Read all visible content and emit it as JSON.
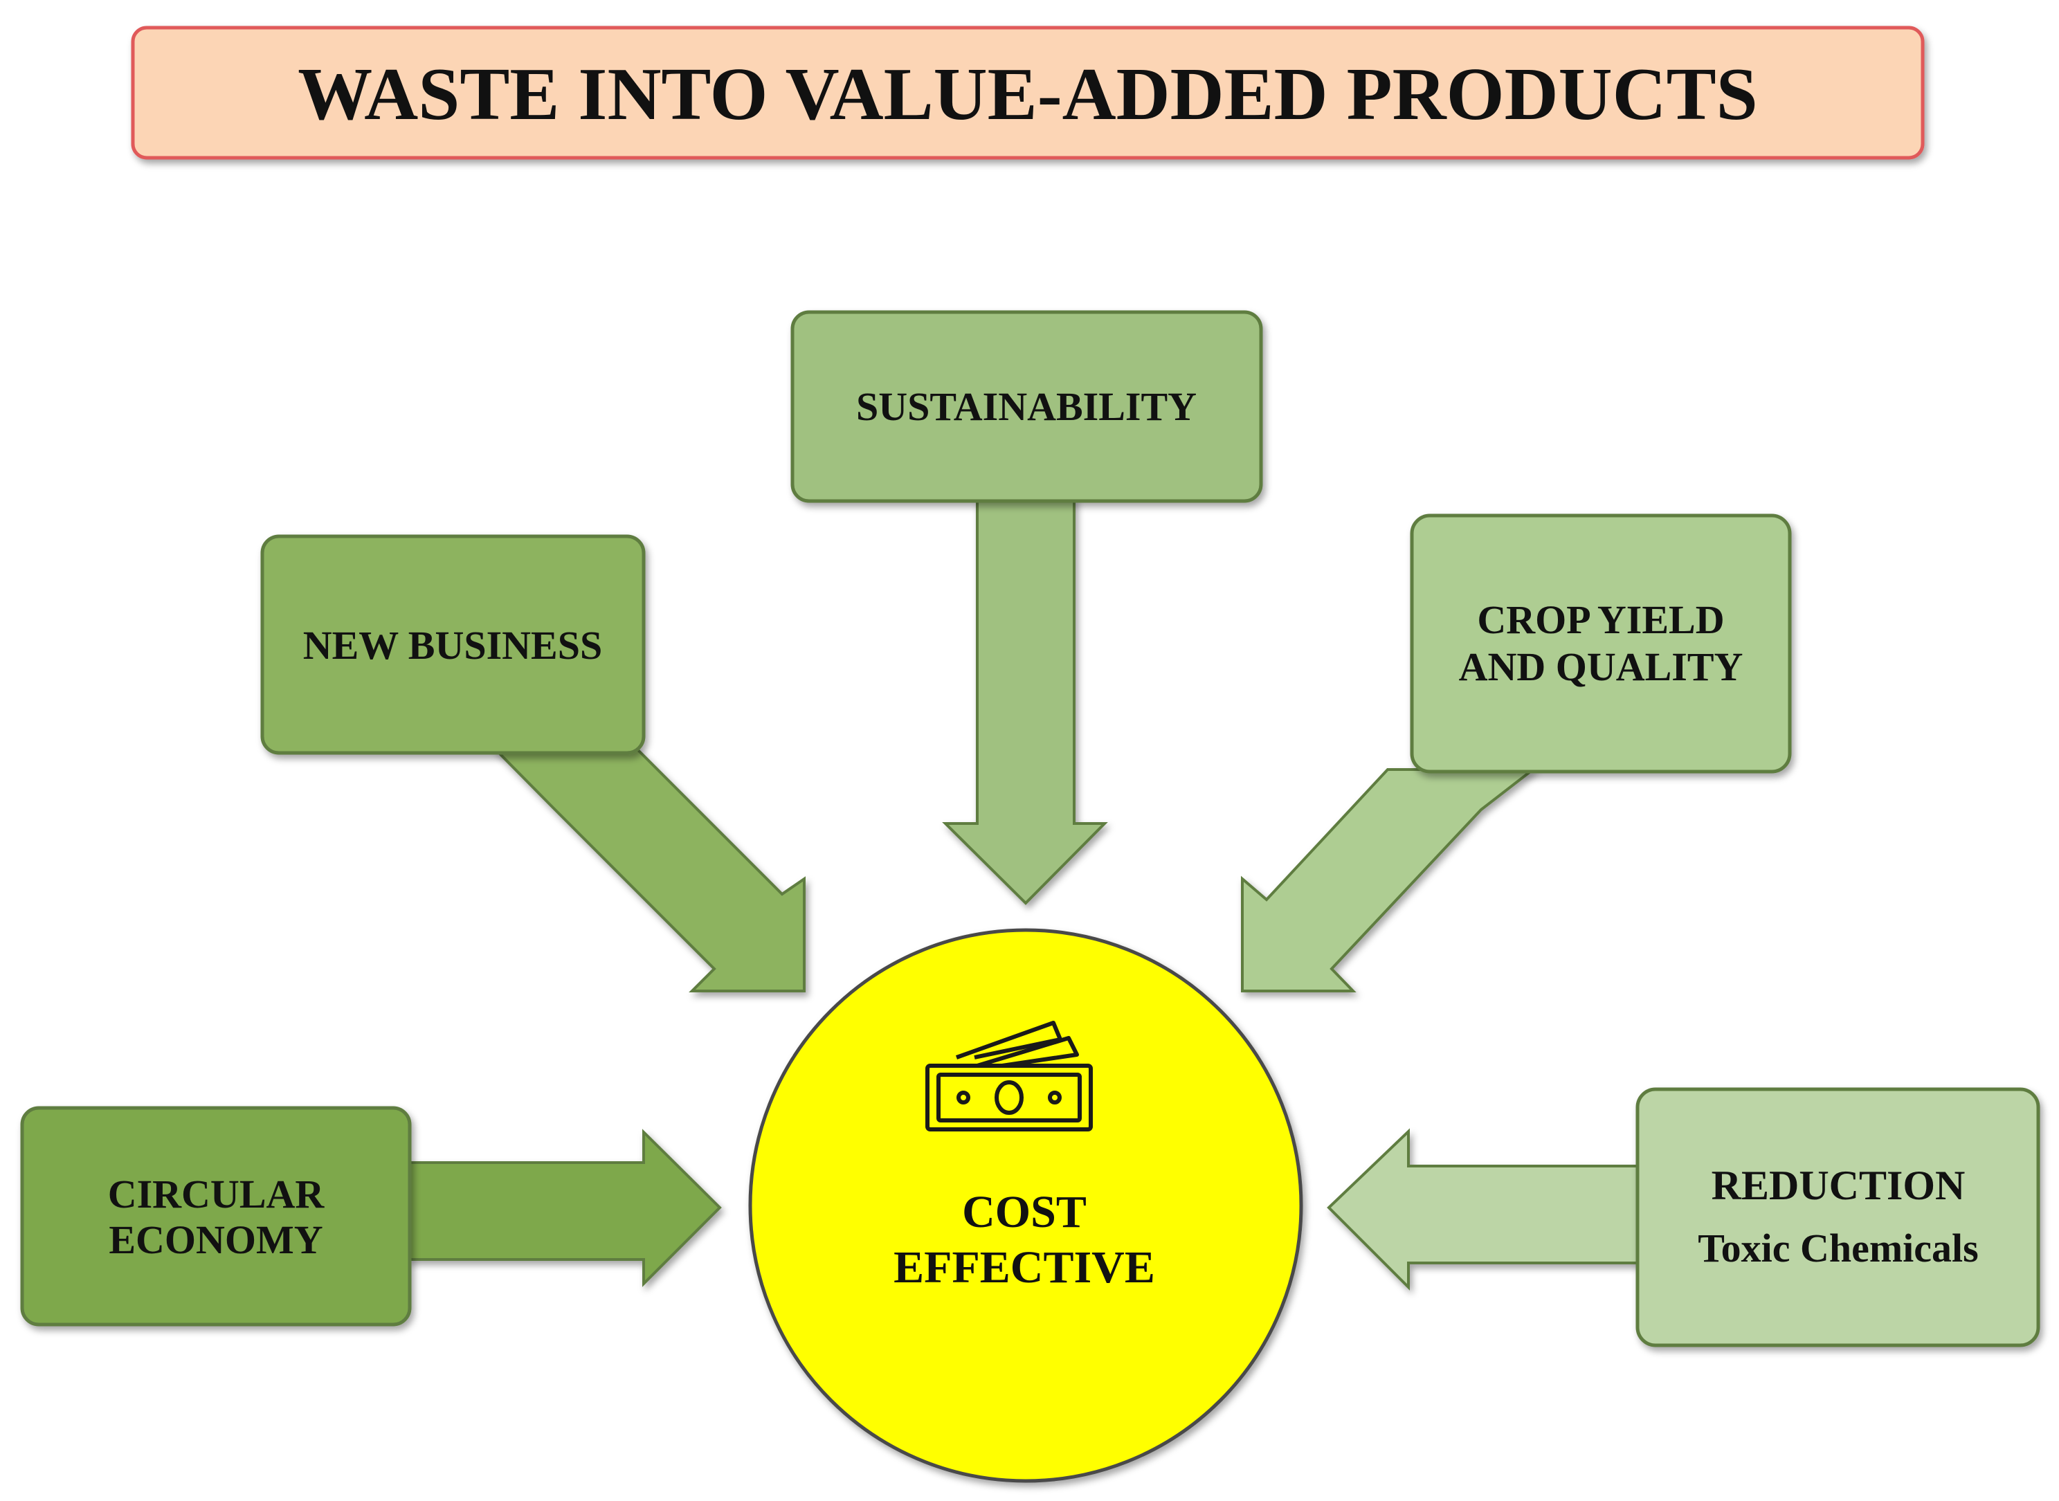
{
  "title": "WASTE INTO VALUE-ADDED PRODUCTS",
  "center": {
    "line1": "COST",
    "line2": "EFFECTIVE",
    "icon": "money-icon"
  },
  "nodes": {
    "sustainability": {
      "lines": [
        "SUSTAINABILITY"
      ]
    },
    "new_business": {
      "lines": [
        "NEW BUSINESS"
      ]
    },
    "crop_yield": {
      "lines": [
        "CROP YIELD",
        "AND QUALITY"
      ]
    },
    "circular_economy": {
      "lines": [
        "CIRCULAR",
        "ECONOMY"
      ]
    },
    "reduction": {
      "lines": [
        "REDUCTION",
        "Toxic Chemicals"
      ]
    }
  },
  "colors": {
    "title_fill": "#FCD5B5",
    "title_border": "#E05A5A",
    "center_fill": "#FFFF00",
    "sustainability": "#A0C180",
    "new_business": "#8DB35E",
    "crop_yield": "#AECD92",
    "circular_economy": "#7EA84C",
    "reduction": "#BCD5A6"
  }
}
